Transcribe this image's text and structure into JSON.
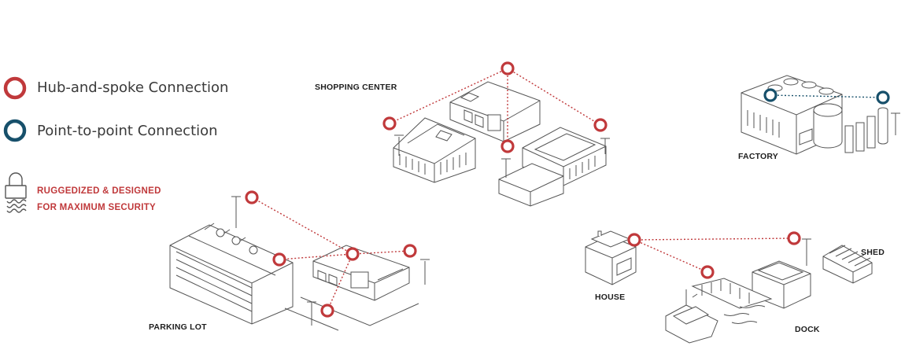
{
  "legend": {
    "hub_label": "Hub-and-spoke Connection",
    "p2p_label": "Point-to-point Connection",
    "security_line1": "RUGGEDIZED & DESIGNED",
    "security_line2": "FOR MAXIMUM SECURITY"
  },
  "sites": {
    "shopping_center": "SHOPPING CENTER",
    "factory": "FACTORY",
    "parking_lot": "PARKING LOT",
    "house": "HOUSE",
    "shed": "SHED",
    "dock": "DOCK"
  },
  "colors": {
    "hub": "#c0393b",
    "p2p": "#17506b",
    "line": "#555555"
  },
  "icons": {
    "hub_marker": "red-ring-icon",
    "p2p_marker": "blue-ring-icon",
    "security": "padlock-shield-icon"
  }
}
